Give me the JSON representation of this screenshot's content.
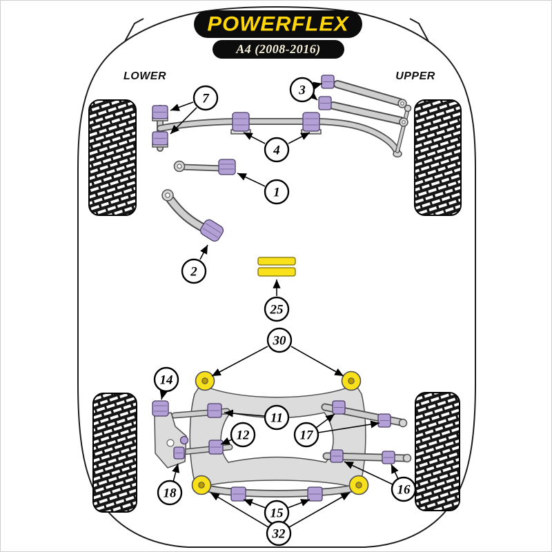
{
  "page": {
    "brand": "POWERFLEX",
    "model": "A4 (2008-2016)",
    "label_lower": "LOWER",
    "label_upper": "UPPER"
  },
  "callouts": [
    {
      "label": "7"
    },
    {
      "label": "3"
    },
    {
      "label": "4"
    },
    {
      "label": "1"
    },
    {
      "label": "2"
    },
    {
      "label": "25"
    },
    {
      "label": "30"
    },
    {
      "label": "14"
    },
    {
      "label": "11"
    },
    {
      "label": "12"
    },
    {
      "label": "17"
    },
    {
      "label": "18"
    },
    {
      "label": "15"
    },
    {
      "label": "16"
    },
    {
      "label": "32"
    }
  ],
  "colors": {
    "brand_yellow": "#ffd60a",
    "banner_black": "#0c0c0c",
    "bushing_purple": "#b3a0d6",
    "bushing_yellow": "#f8e01a"
  }
}
